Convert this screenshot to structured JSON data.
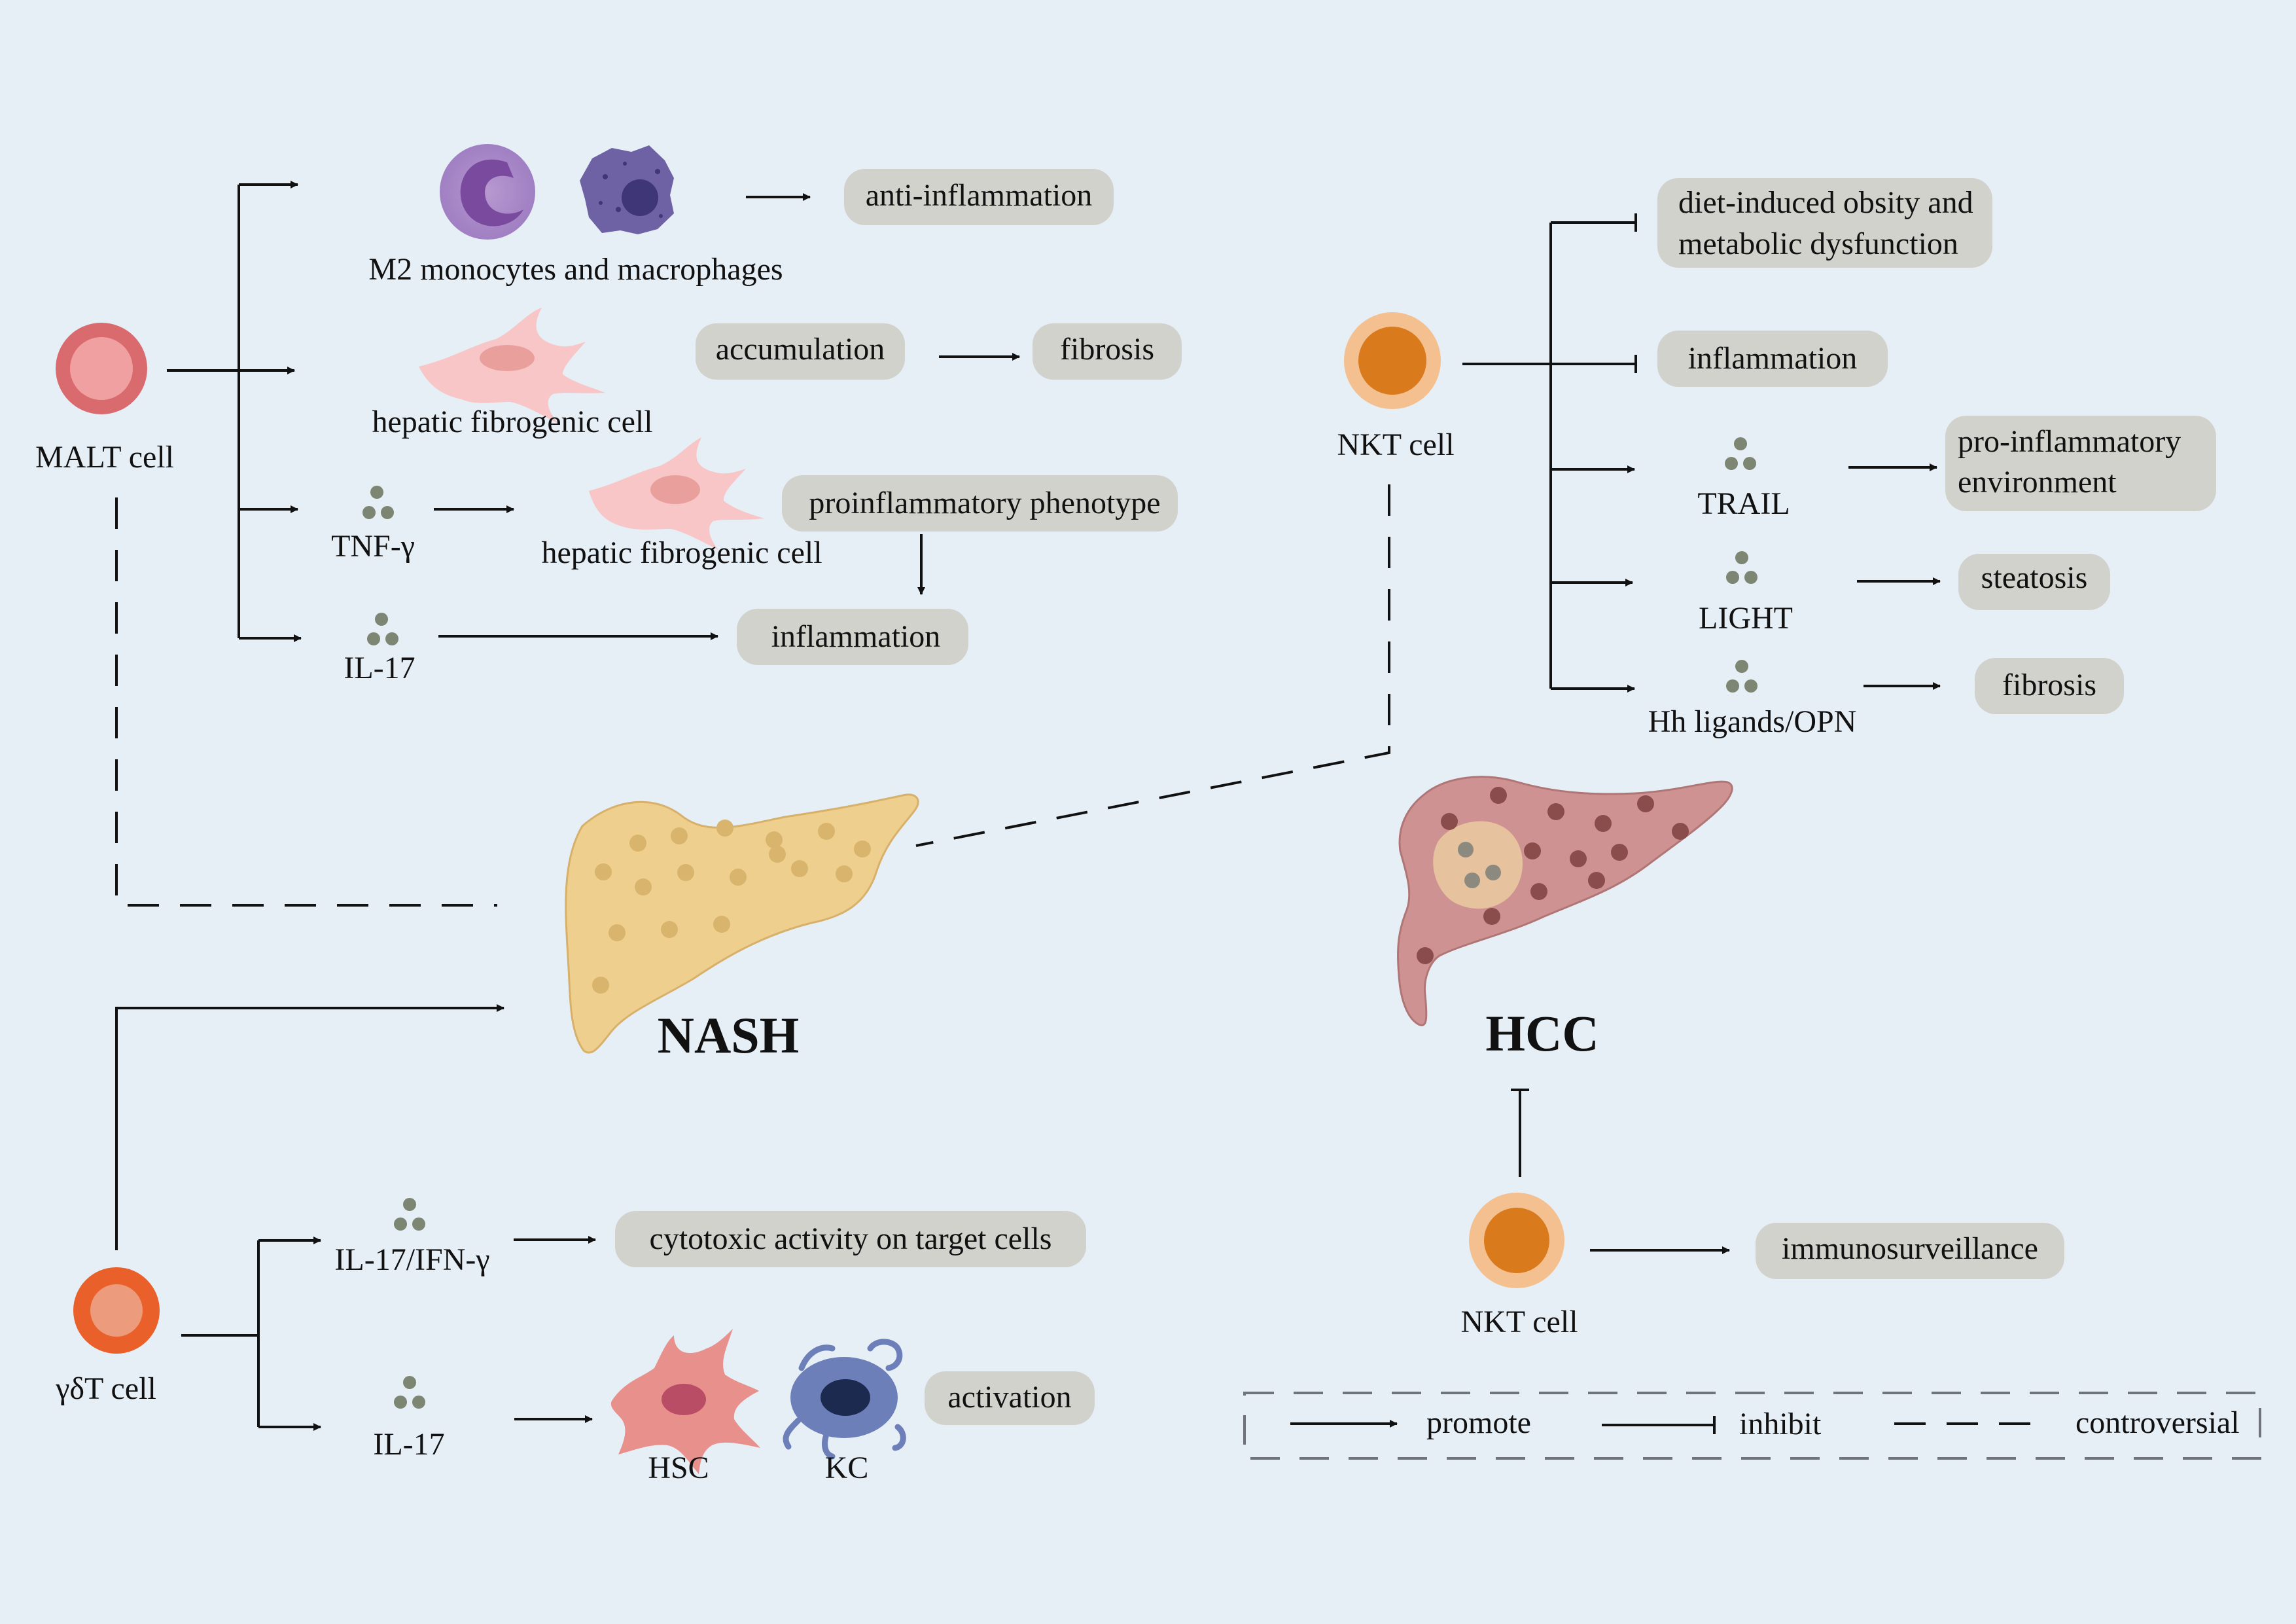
{
  "malt": {
    "label": "MALT cell",
    "m2_label": "M2 monocytes and macrophages",
    "anti_inflammation": "anti-inflammation",
    "fibrogenic_label_1": "hepatic fibrogenic cell",
    "accumulation": "accumulation",
    "fibrosis": "fibrosis",
    "tnf": "TNF-γ",
    "fibrogenic_label_2": "hepatic fibrogenic cell",
    "proinflammatory_phenotype": "proinflammatory phenotype",
    "il17": "IL-17",
    "inflammation": "inflammation"
  },
  "nkt_nash": {
    "label": "NKT cell",
    "diet_line1": "diet-induced obsity and",
    "diet_line2": "metabolic dysfunction",
    "inflammation": "inflammation",
    "trail": "TRAIL",
    "pro_inflam_line1": "pro-inflammatory",
    "pro_inflam_line2": "environment",
    "light": "LIGHT",
    "steatosis": "steatosis",
    "hh": "Hh ligands/OPN",
    "fibrosis": "fibrosis"
  },
  "center": {
    "nash": "NASH",
    "hcc": "HCC"
  },
  "gdt": {
    "label": "γδT cell",
    "il17_ifn": "IL-17/IFN-γ",
    "cytotoxic": "cytotoxic activity on target cells",
    "il17": "IL-17",
    "hsc": "HSC",
    "kc": "KC",
    "activation": "activation"
  },
  "nkt_hcc": {
    "label": "NKT cell",
    "immunosurveillance": "immunosurveillance"
  },
  "legend": {
    "promote": "promote",
    "inhibit": "inhibit",
    "controversial": "controversial"
  },
  "colors": {
    "background": "#e6eef6",
    "pill": "#d2d2cd",
    "malt_cell": "#d96a6e",
    "nkt_cell": "#d97b1c",
    "gdt_cell": "#e9602a",
    "nash_liver": "#efcf8e",
    "hcc_liver": "#cf9292"
  }
}
